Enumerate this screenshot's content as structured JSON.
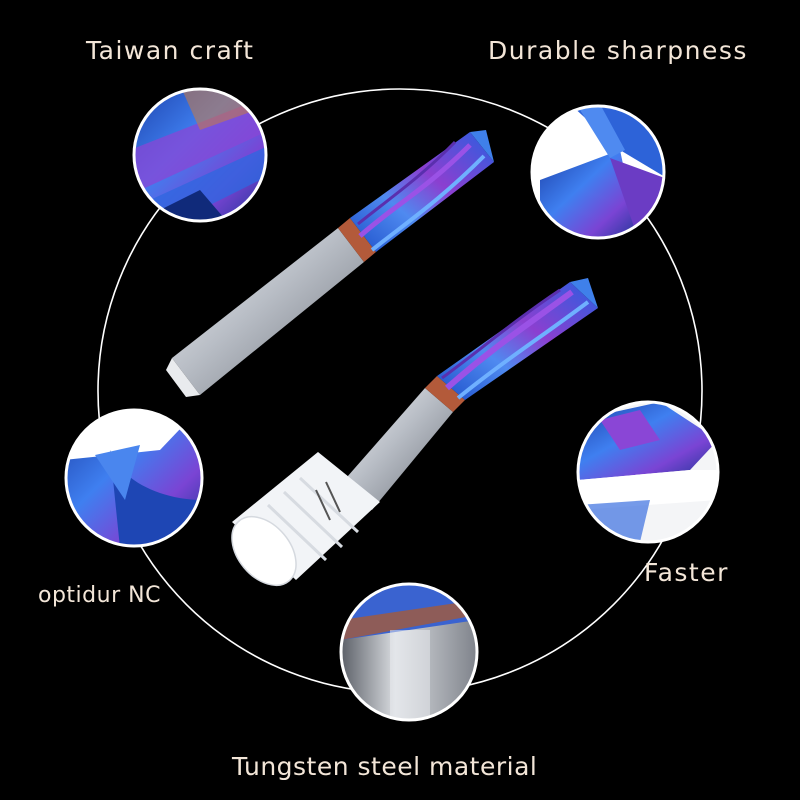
{
  "labels": {
    "taiwan_craft": "Taiwan craft",
    "durable_sharpness": "Durable sharpness",
    "optidur_nc": "optidur NC",
    "faster": "Faster",
    "tungsten_steel": "Tungsten steel material"
  },
  "colors": {
    "background": "#000000",
    "text": "#f3e6d8",
    "ring": "#ffffff",
    "coating_blue": "#2d63d8",
    "coating_purple": "#8a3cc8",
    "shank_silver": "#c8ccd2",
    "collar_white": "#f2f4f7"
  }
}
